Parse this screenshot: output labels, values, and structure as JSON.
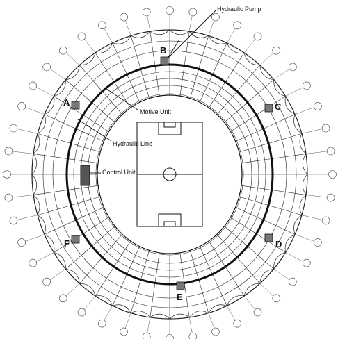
{
  "callouts": {
    "hydraulic_pump": "Hydraulic Pump",
    "motive_unit": "Motive Unit",
    "hydraulic_line": "Hydraulic Line",
    "control_unit": "Control Unit"
  },
  "station_letters": {
    "a": "A",
    "b": "B",
    "c": "C",
    "d": "D",
    "e": "E",
    "f": "F"
  },
  "perimeter_markers": {
    "count": 44,
    "style": "numbered circles"
  },
  "colors": {
    "line": "#111111",
    "unit_fill": "#777777",
    "background": "#ffffff"
  }
}
